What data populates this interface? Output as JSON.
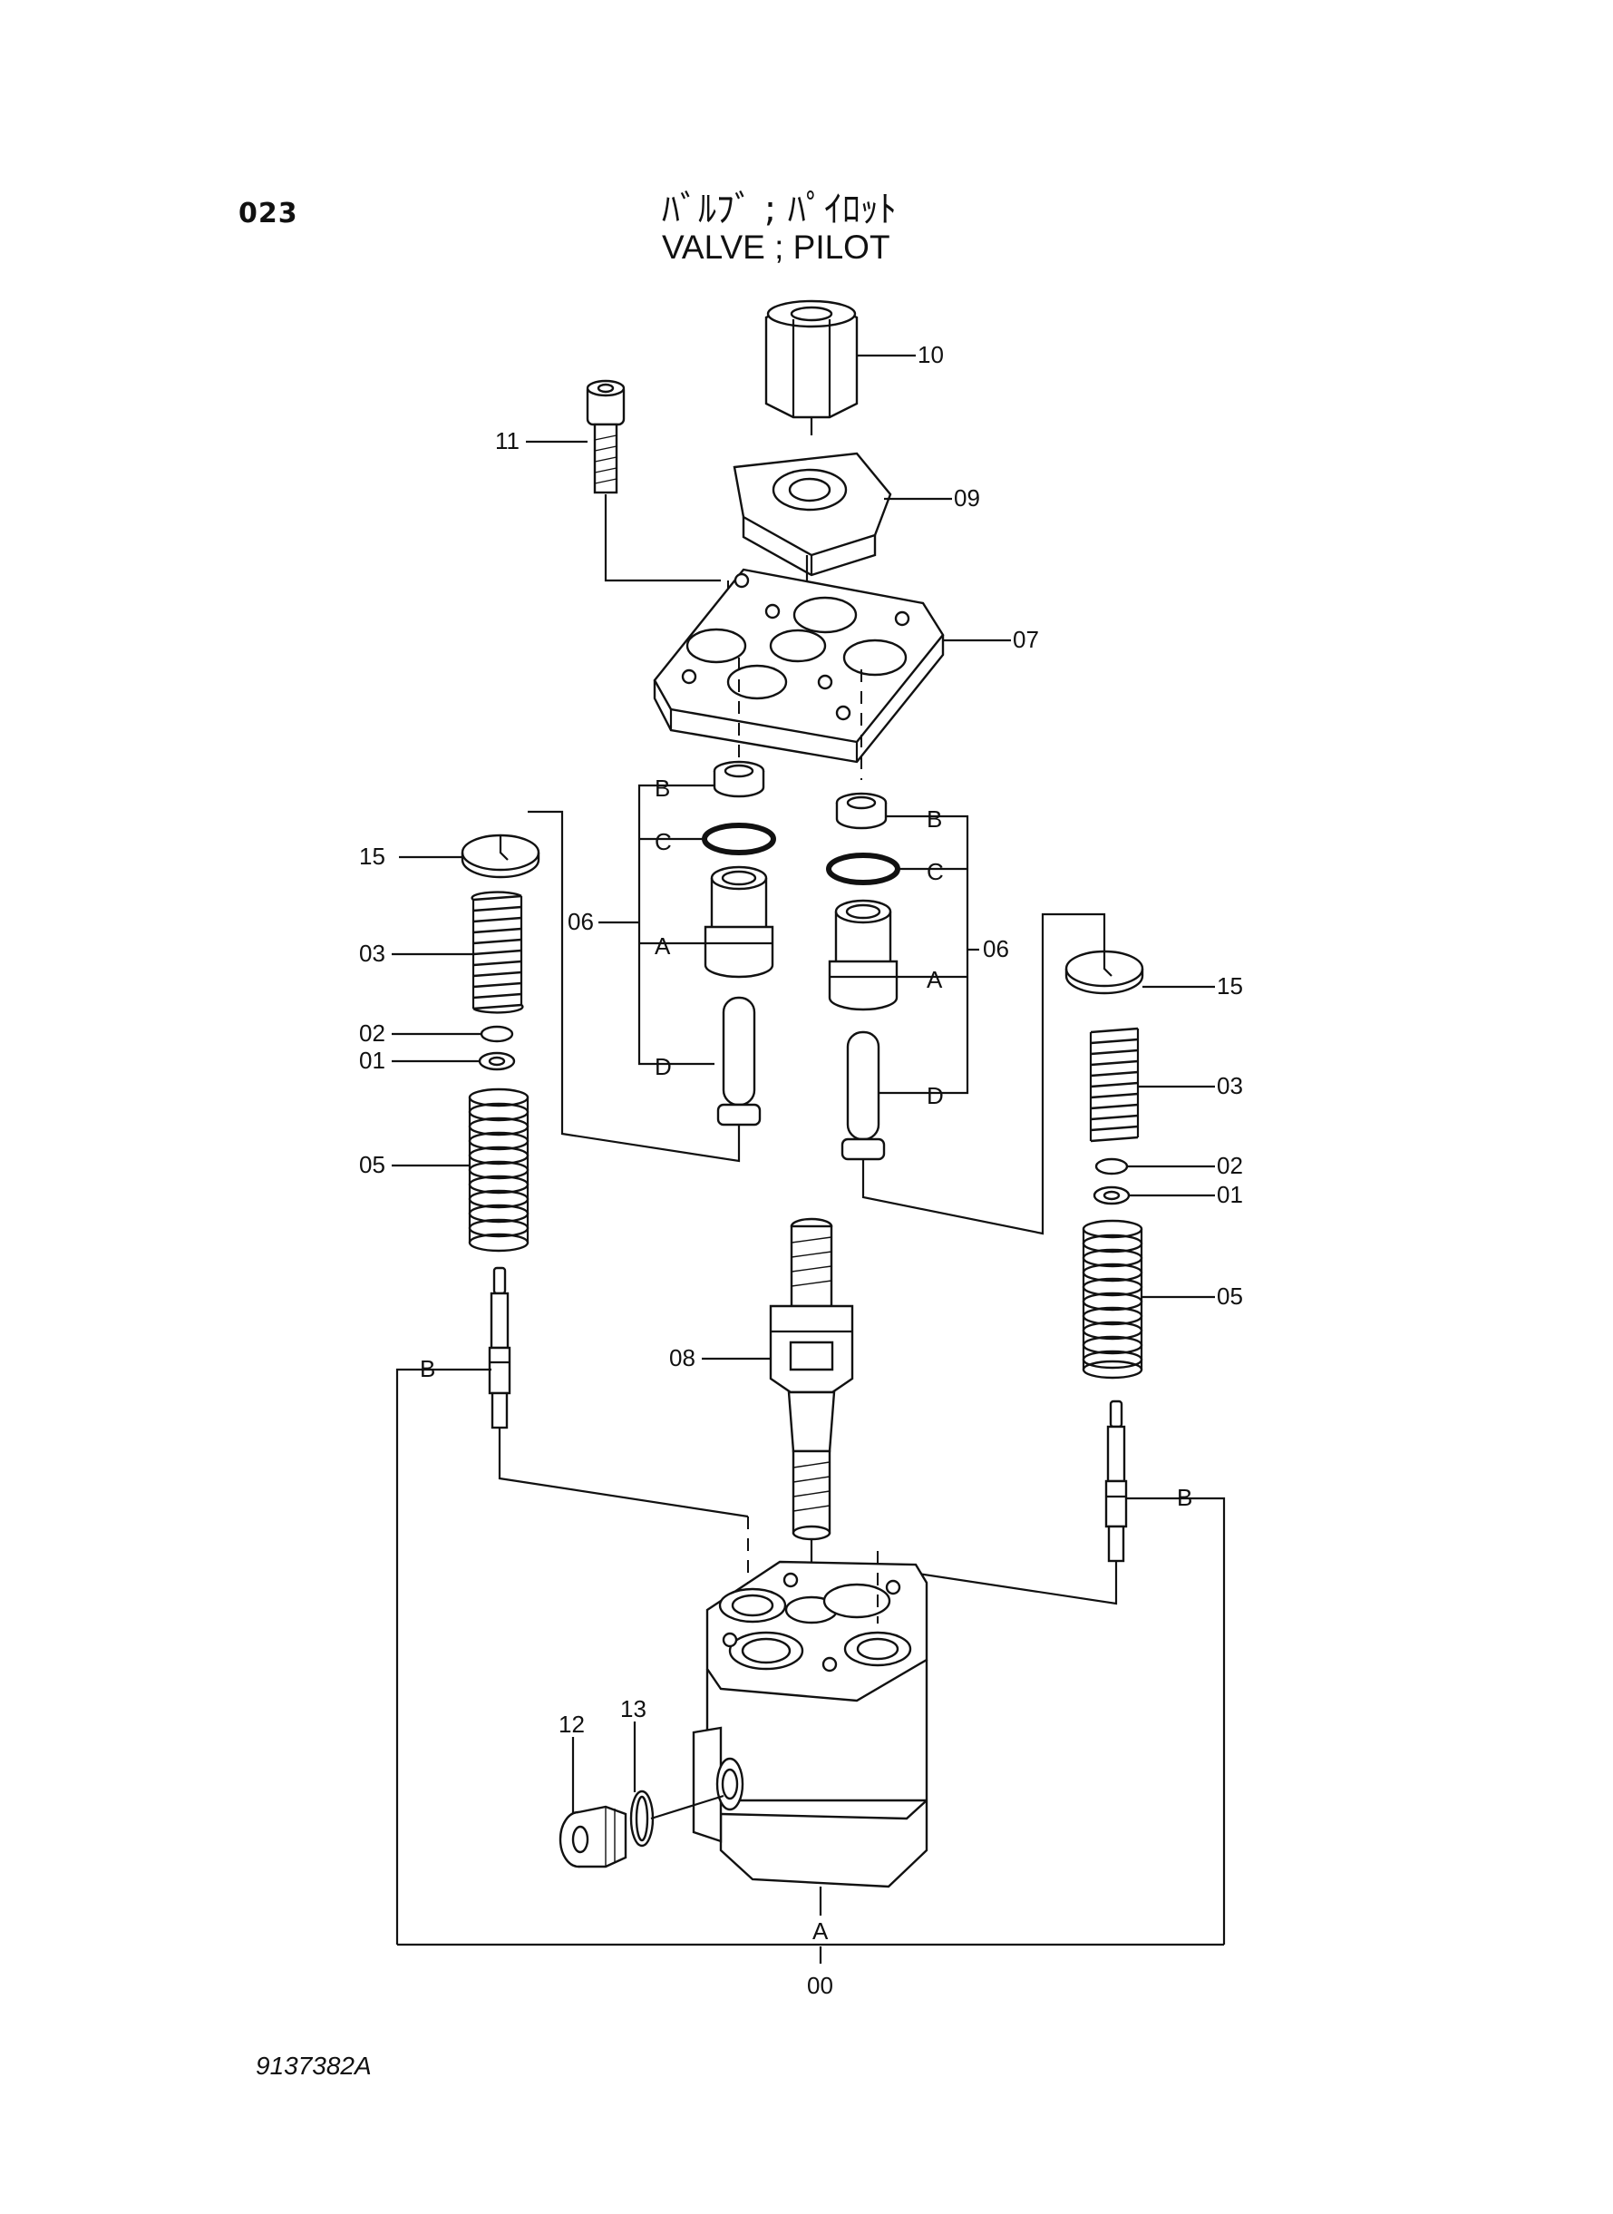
{
  "header": {
    "page_number": "023",
    "title_jp": "ﾊﾞﾙﾌﾞ ; ﾊﾟｲﾛｯﾄ",
    "title_en": "VALVE ; PILOT"
  },
  "footer": {
    "drawing_number": "9137382A"
  },
  "callouts": {
    "c00": "00",
    "c01_left": "01",
    "c01_right": "01",
    "c02_left": "02",
    "c02_right": "02",
    "c03_left": "03",
    "c03_right": "03",
    "c05_left": "05",
    "c05_right": "05",
    "c06_left": "06",
    "c06_right": "06",
    "c07": "07",
    "c08": "08",
    "c09": "09",
    "c10": "10",
    "c11": "11",
    "c12": "12",
    "c13": "13",
    "c15_left": "15",
    "c15_right": "15"
  },
  "sub_labels": {
    "left_B": "B",
    "left_C": "C",
    "left_A": "A",
    "left_D": "D",
    "right_B": "B",
    "right_C": "C",
    "right_A": "A",
    "right_D": "D",
    "body_A": "A",
    "spool_left_B": "B",
    "spool_right_B": "B"
  }
}
